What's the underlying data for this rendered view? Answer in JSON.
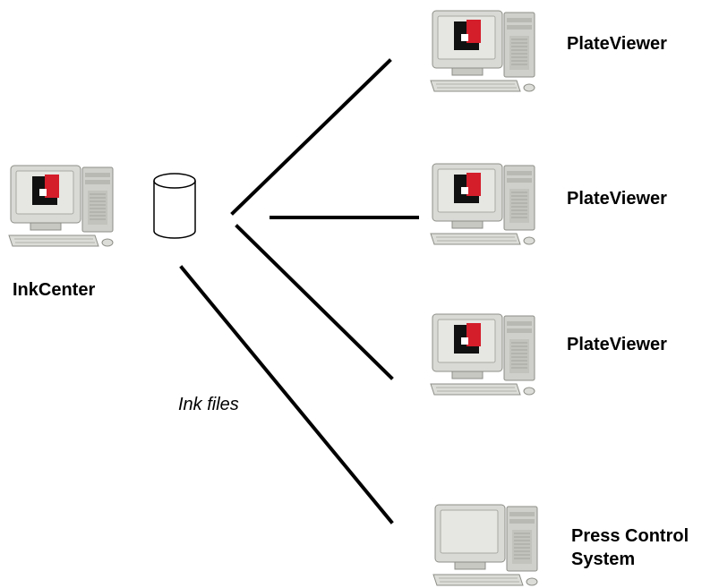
{
  "nodes": {
    "inkcenter": {
      "label": "InkCenter",
      "icon": "computer-icon",
      "screen": "logo"
    },
    "plateviewer_1": {
      "label": "PlateViewer",
      "icon": "computer-icon",
      "screen": "logo"
    },
    "plateviewer_2": {
      "label": "PlateViewer",
      "icon": "computer-icon",
      "screen": "logo"
    },
    "plateviewer_3": {
      "label": "PlateViewer",
      "icon": "computer-icon",
      "screen": "logo"
    },
    "press_control": {
      "label_line1": "Press Control",
      "label_line2": "System",
      "icon": "computer-icon",
      "screen": "blank"
    }
  },
  "database": {
    "icon": "database-icon"
  },
  "edges": {
    "ink_files": {
      "label": "Ink files"
    }
  },
  "colors": {
    "line": "#000000",
    "logo_red": "#d41e2a",
    "logo_black": "#111111",
    "monitor_body": "#d9d9d6",
    "monitor_shadow": "#a9a9a4",
    "screen_bg": "#e6e6e2"
  }
}
